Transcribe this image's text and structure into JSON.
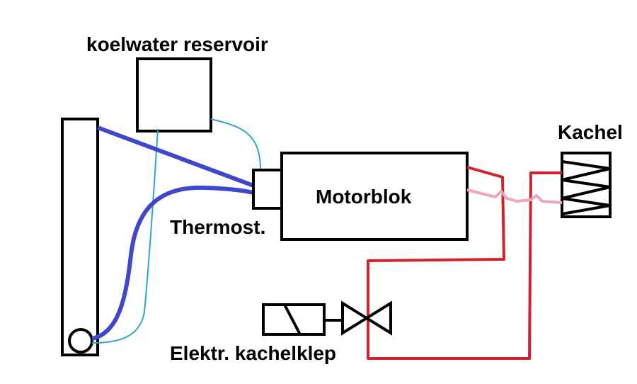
{
  "labels": {
    "reservoir": "koelwater reservoir",
    "engine_block": "Motorblok",
    "thermostat": "Thermost.",
    "heater": "Kachel",
    "heater_valve": "Elektr. kachelklep"
  },
  "colors": {
    "outline": "#000000",
    "radiator_hose": "#3f48cc",
    "reservoir_line": "#2aa6c9",
    "heater_hose": "#d2232a",
    "return_hose": "#f0a5b8",
    "background": "#ffffff"
  }
}
